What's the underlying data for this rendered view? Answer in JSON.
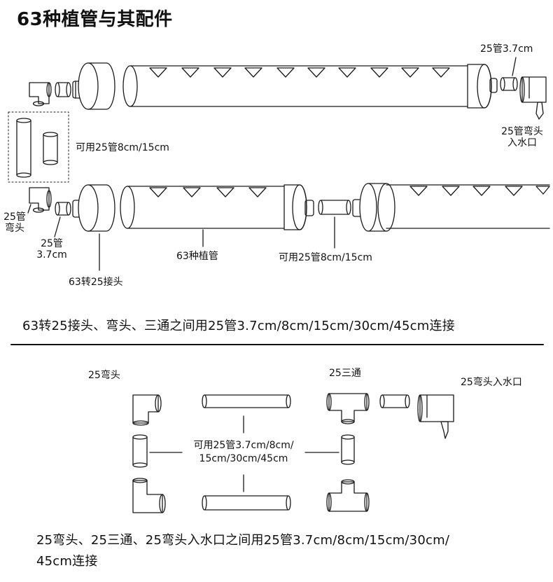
{
  "title": "63种植管与其配件",
  "labels": {
    "pipe_3_7_top": "25管3.7cm",
    "elbow_inlet_top_line1": "25管弯头",
    "elbow_inlet_top_line2": "入水口",
    "alt_25_pipe_top": "可用25管8cm/15cm",
    "elbow_left_line1": "25管",
    "elbow_left_line2": "弯头",
    "pipe_3_7_left_line1": "25管",
    "pipe_3_7_left_line2": "3.7cm",
    "adapter_63_25": "63转25接头",
    "planting_pipe_63": "63种植管",
    "alt_25_pipe_middle": "可用25管8cm/15cm"
  },
  "note_1": "63转25接头、弯头、三通之间用25管3.7cm/8cm/15cm/30cm/45cm连接",
  "section_2": {
    "elbow_label": "25弯头",
    "tee_label": "25三通",
    "elbow_inlet_label": "25弯头入水口",
    "pipe_options_line1": "可用25管3.7cm/8cm/",
    "pipe_options_line2": "15cm/30cm/45cm"
  },
  "note_2_line1": "25弯头、25三通、25弯头入水口之间用25管3.7cm/8cm/15cm/30cm/",
  "note_2_line2": "45cm连接",
  "colors": {
    "line": "#1a1a1a",
    "fill": "#ffffff",
    "divider": "#111111"
  }
}
